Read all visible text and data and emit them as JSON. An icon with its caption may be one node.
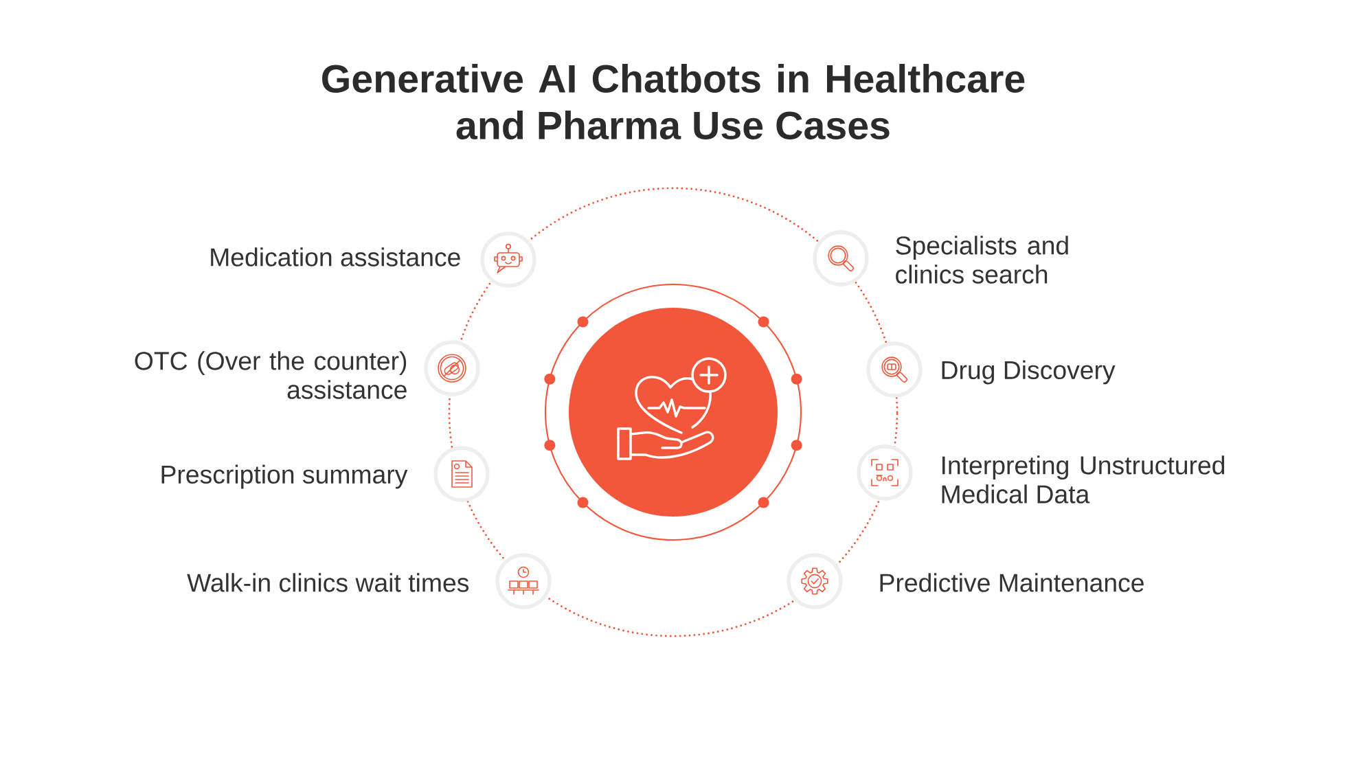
{
  "diagram": {
    "title": "Generative AI Chatbots in Healthcare and Pharma Use Cases",
    "nodes": [
      {
        "text": [],
        "shape": "circle"
      },
      {
        "text": [],
        "shape": "circle",
        "beside": [
          "Medication assistance"
        ]
      },
      {
        "text": [],
        "shape": "circle",
        "beside": [
          "Specialists and clinics search"
        ]
      },
      {
        "text": [],
        "shape": "circle",
        "beside": [
          "OTC (Over the counter) assistance"
        ]
      },
      {
        "text": [],
        "shape": "circle",
        "beside": [
          "Drug Discovery"
        ]
      },
      {
        "text": [],
        "shape": "circle",
        "beside": [
          "Prescription summary"
        ]
      },
      {
        "text": [],
        "shape": "circle",
        "beside": [
          "Interpreting Unstructured Medical Data"
        ]
      },
      {
        "text": [],
        "shape": "circle",
        "beside": [
          "Walk-in clinics wait times"
        ]
      },
      {
        "text": [],
        "shape": "circle",
        "beside": [
          "Predictive Maintenance"
        ]
      }
    ]
  }
}
